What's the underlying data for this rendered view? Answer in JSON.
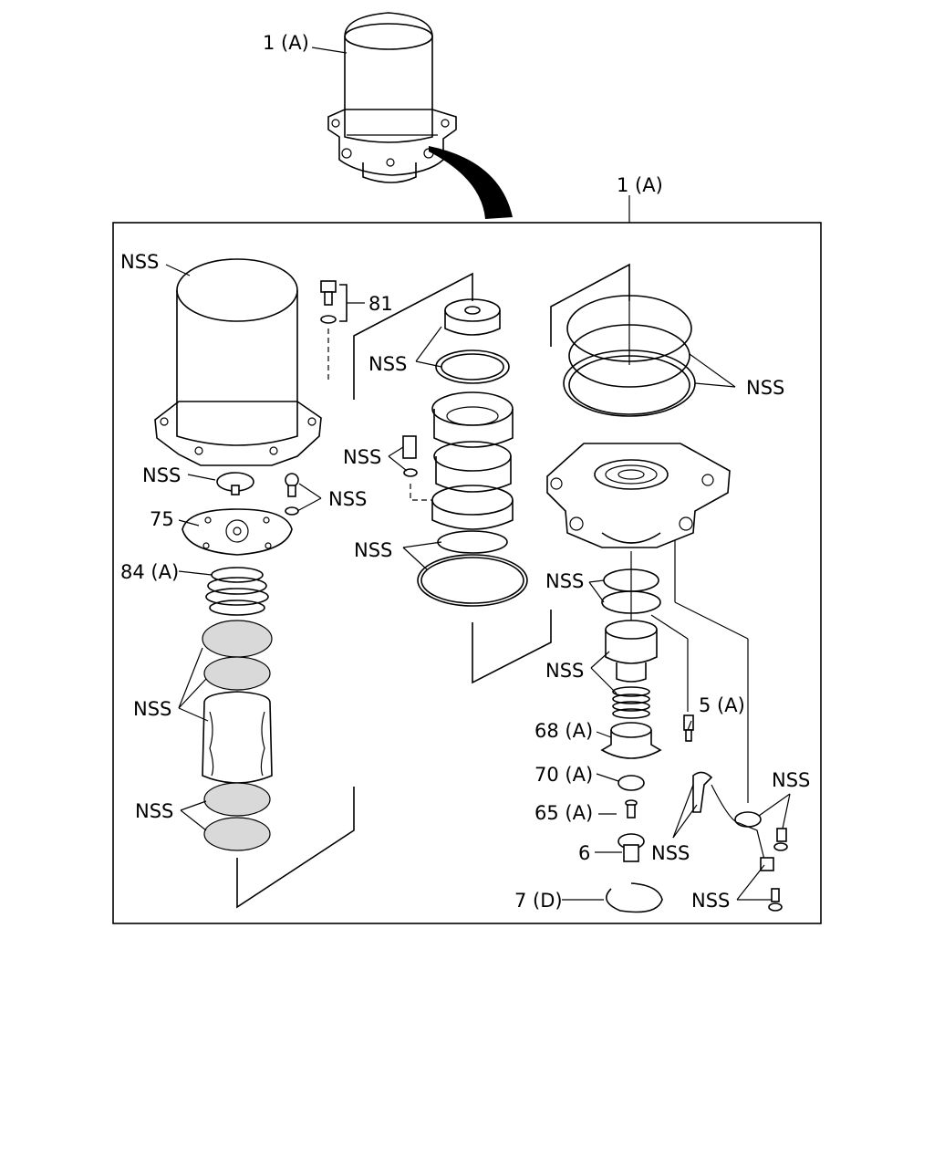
{
  "diagram": {
    "labels": {
      "assembly_top": "1 (A)",
      "assembly_frame": "1 (A)",
      "cover_nss": "NSS",
      "bolt_81": "81",
      "nss_upper_ring": "NSS",
      "nss_screw_mid": "NSS",
      "nss_top_right": "NSS",
      "nss_left_valve": "NSS",
      "nss_left_screw": "NSS",
      "part_75": "75",
      "part_84": "84 (A)",
      "nss_mid_rings": "NSS",
      "nss_right_rings": "NSS",
      "nss_left_screens": "NSS",
      "nss_piston": "NSS",
      "part_5": "5 (A)",
      "part_68": "68 (A)",
      "part_70": "70 (A)",
      "nss_right_bracket": "NSS",
      "part_65": "65 (A)",
      "nss_lower_screens": "NSS",
      "part_6": "6",
      "nss_bracket_center": "NSS",
      "part_7": "7 (D)",
      "nss_bottom_right": "NSS"
    },
    "colors": {
      "line": "#000000",
      "background": "#ffffff",
      "shade": "#d9d9d9"
    }
  }
}
